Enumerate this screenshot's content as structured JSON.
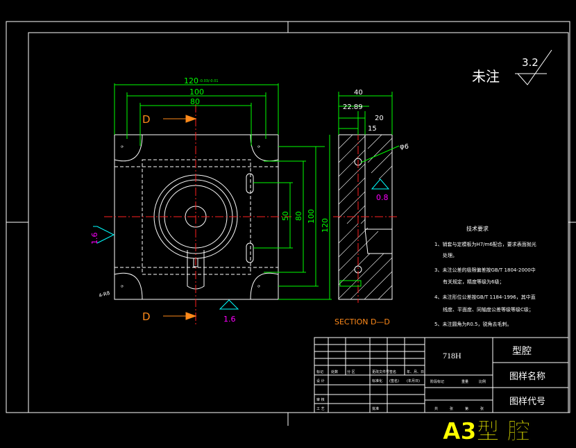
{
  "title_stamp": "A3型 腔",
  "surface_note": {
    "label": "未注",
    "roughness": "3.2"
  },
  "section_label": "SECTION D—D",
  "section_marks": [
    "D",
    "D"
  ],
  "dimensions": {
    "width_total": "120",
    "width_tol": "-0.03/-0.01",
    "width_100": "100",
    "width_80": "80",
    "height_50": "50",
    "height_80": "80",
    "height_100": "100",
    "height_120": "120",
    "thick_40": "40",
    "thick_2289": "22.89",
    "thick_20": "20",
    "thick_15": "15",
    "hole_dia": "φ6",
    "chamfer": "4-R8"
  },
  "roughness_marks": {
    "left": "1.6",
    "bottom": "1.6",
    "section": "0.8"
  },
  "notes": {
    "heading": "技术要求",
    "items": [
      "1、销套与定模板为H7/m6配合，要求表面抛光",
      "处理。",
      "3、未注公差的极限偏差按GB/T 1804-2000中",
      "有关规定，精度等级为6级；",
      "4、未注形位公差按GB/T 1184-1996，其中直",
      "线度、平面度、同轴度公差等级等级C级；",
      "5、未注圆角为R0.5，锐角去毛刺。"
    ]
  },
  "title_block": {
    "material": "718H",
    "part_name": "型腔",
    "drawing_name_label": "图样名称",
    "drawing_code_label": "图样代号",
    "header_cells": [
      "标记",
      "处数",
      "分 区",
      "更改文件号",
      "签名",
      "年、月、日"
    ],
    "rows_left": [
      "设 计",
      "审 核",
      "工 艺"
    ],
    "mid_labels": [
      "标准化",
      "(签名)",
      "(年月日)",
      "批准"
    ],
    "stage_labels": [
      "阶段标记",
      "重量",
      "比例"
    ],
    "sheet_labels": [
      "共",
      "张",
      "第",
      "张"
    ]
  },
  "colors": {
    "background": "#000000",
    "outline": "#ffffff",
    "dimension": "#00ff00",
    "centerline": "#ff2020",
    "section_mark": "#ff8a1a",
    "roughness": "#00ffff",
    "stamp": "#ffff00"
  }
}
